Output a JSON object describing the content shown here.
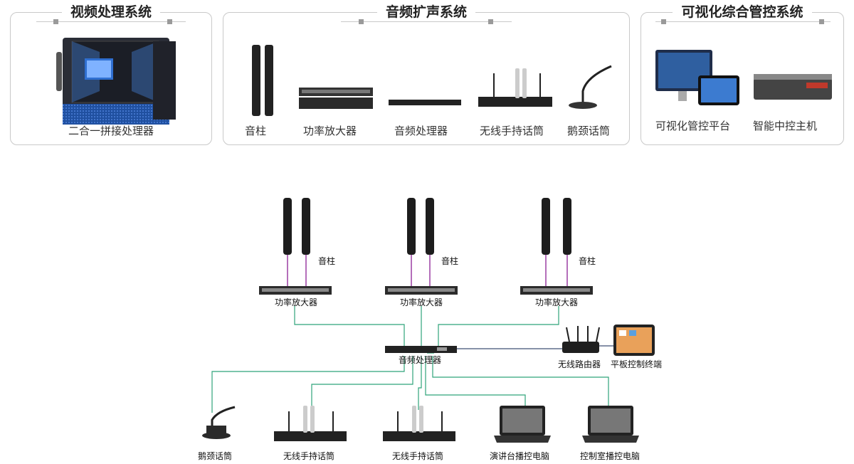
{
  "panels": [
    {
      "title": "视频处理系统",
      "items": [
        "二合一拼接处理器"
      ]
    },
    {
      "title": "音频扩声系统",
      "items": [
        "音柱",
        "功率放大器",
        "音频处理器",
        "无线手持话筒",
        "鹅颈话筒"
      ]
    },
    {
      "title": "可视化综合管控系统",
      "items": [
        "可视化管控平台",
        "智能中控主机"
      ]
    }
  ],
  "diagram": {
    "nodes": {
      "speaker_1": "音柱",
      "speaker_2": "音柱",
      "speaker_3": "音柱",
      "amp_1": "功率放大器",
      "amp_2": "功率放大器",
      "amp_3": "功率放大器",
      "processor": "音频处理器",
      "router": "无线路由器",
      "tablet": "平板控制终端",
      "gooseneck_mic": "鹅颈话筒",
      "wireless_mic_1": "无线手持话筒",
      "wireless_mic_2": "无线手持话筒",
      "podium_pc": "演讲台播控电脑",
      "control_room_pc": "控制室播控电脑"
    },
    "colors": {
      "speaker_line": "#9b3ea3",
      "signal_line": "#2fa37a",
      "network_line": "#3d4f74",
      "panel_border": "#c9c9c9"
    }
  }
}
